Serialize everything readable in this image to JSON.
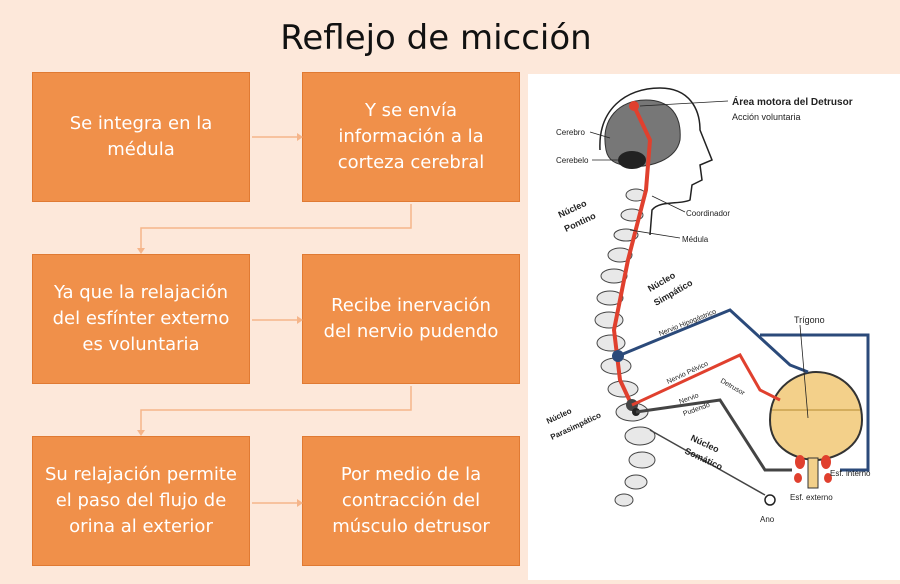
{
  "title": "Reflejo de micción",
  "flow": {
    "box1": "Se integra en la médula",
    "box2": "Y se envía información a la corteza cerebral",
    "box3": "Ya que la relajación del esfínter externo es voluntaria",
    "box4": "Recibe inervación del nervio pudendo",
    "box5": "Su relajación permite el paso del flujo de orina al exterior",
    "box6": "Por medio de la contracción del músculo detrusor"
  },
  "figure": {
    "area_motora": "Área motora del Detrusor",
    "accion_voluntaria": "Acción voluntaria",
    "cerebro": "Cerebro",
    "cerebelo": "Cerebelo",
    "nucleo_pontino_1": "Núcleo",
    "nucleo_pontino_2": "Pontino",
    "coordinador": "Coordinador",
    "medula": "Médula",
    "nucleo_simpatico_1": "Núcleo",
    "nucleo_simpatico_2": "Simpático",
    "nervio_hipogastrico": "Nervio Hipogástrico",
    "trigono": "Trígono",
    "nervio_pelvico": "Nervio Pélvico",
    "detrusor": "Detrusor",
    "nervio_pudendo_1": "Nervio",
    "nervio_pudendo_2": "Pudendo",
    "nucleo_parasimpatico_1": "Núcleo",
    "nucleo_parasimpatico_2": "Parasimpático",
    "nucleo_somatico_1": "Núcleo",
    "nucleo_somatico_2": "Somático",
    "esf_interno": "Esf. interno",
    "esf_externo": "Esf. externo",
    "ano": "Ano"
  },
  "colors": {
    "box": "#f0904a",
    "arrow": "#f5b58a",
    "background": "#fde8da"
  }
}
